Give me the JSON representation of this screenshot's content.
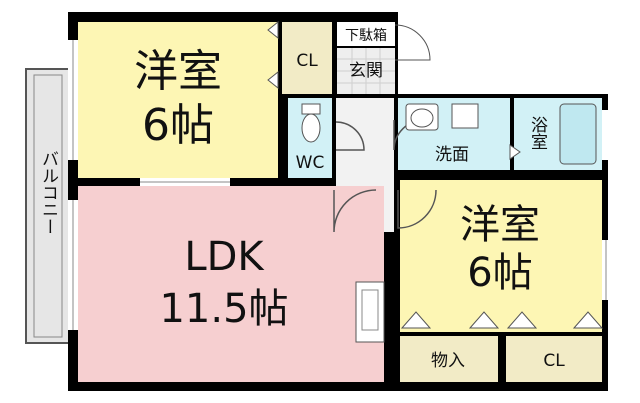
{
  "rooms": {
    "western_room_1": {
      "name": "洋室",
      "size": "6帖"
    },
    "western_room_2": {
      "name": "洋室",
      "size": "6帖"
    },
    "ldk": {
      "name": "LDK",
      "size": "11.5帖"
    },
    "closet_1": "CL",
    "closet_2": "CL",
    "shoe_box": "下駄箱",
    "entrance": "玄関",
    "wc": "WC",
    "washroom": "洗面",
    "bathroom": "浴室",
    "storage": "物入",
    "balcony": "バルコニー"
  },
  "colors": {
    "western_room": "#fdf6b4",
    "ldk": "#f6cfd0",
    "wet_area": "#d2f1f6",
    "hall_floor": "#f2f2f2",
    "closet": "#f2ebc6",
    "balcony": "#e6e6e6",
    "wall": "#000000"
  }
}
